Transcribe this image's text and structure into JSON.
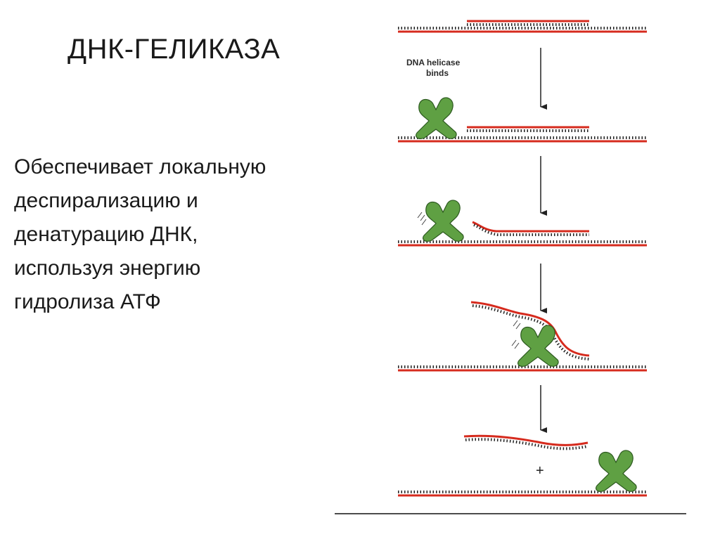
{
  "slide": {
    "title": "ДНК-ГЕЛИКАЗА",
    "body_lines": [
      "Обеспечивает локальную",
      "деспирализацию и",
      "денатурацию ДНК,",
      "используя энергию",
      "гидролиза АТФ"
    ]
  },
  "diagram": {
    "label_line1": "DNA helicase",
    "label_line2": "binds",
    "plus_sign": "+",
    "colors": {
      "strand": "#d62b1e",
      "base_ticks": "#222222",
      "helicase": "#5fa043",
      "helicase_outline": "#2d5a20",
      "arrow": "#222222"
    }
  }
}
